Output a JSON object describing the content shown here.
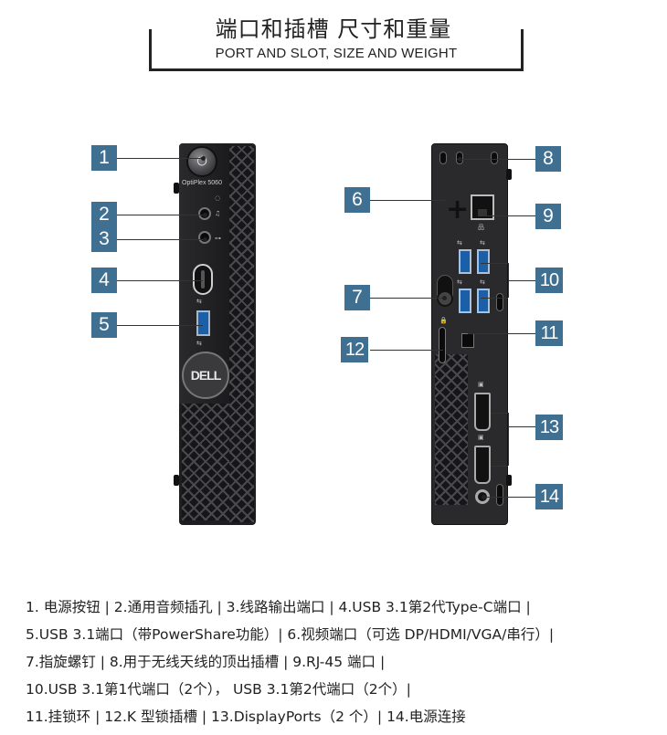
{
  "header": {
    "title": "端口和插槽 尺寸和重量",
    "subtitle": "PORT AND SLOT, SIZE AND WEIGHT"
  },
  "front": {
    "model": "OptiPlex 5060",
    "logo": "DELL",
    "labels": [
      "1",
      "2",
      "3",
      "4",
      "5"
    ]
  },
  "rear": {
    "labels": [
      "6",
      "7",
      "8",
      "9",
      "10",
      "11",
      "12",
      "13",
      "14"
    ]
  },
  "legend": {
    "lines": [
      "1. 电源按钮 | 2.通用音频插孔 | 3.线路输出端口 | 4.USB 3.1第2代Type-C端口 |",
      "5.USB 3.1端口（带PowerShare功能）| 6.视频端口（可选 DP/HDMI/VGA/串行）|",
      "7.指旋螺钉 | 8.用于无线天线的顶出插槽 | 9.RJ-45 端口 |",
      "10.USB 3.1第1代端口（2个）， USB 3.1第2代端口（2个）|",
      "11.挂锁环 | 12.K 型锁插槽 | 13.DisplayPorts（2 个）| 14.电源连接"
    ]
  },
  "colors": {
    "label_bg": "#3f6f91",
    "usb_blue": "#1b5fa8"
  }
}
